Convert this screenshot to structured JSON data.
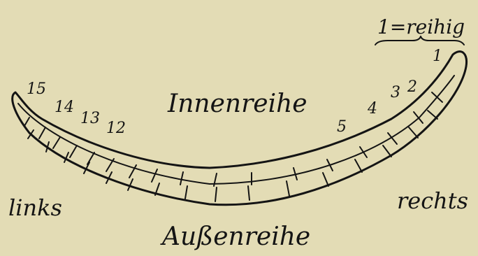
{
  "labels": {
    "one_row": "1=reihig",
    "inner_row": "Innenreihe",
    "outer_row": "Außenreihe",
    "left": "links",
    "right": "rechts"
  },
  "numbers": [
    "1",
    "2",
    "3",
    "4",
    "5",
    "12",
    "13",
    "14",
    "15"
  ],
  "colors": {
    "paper": "#e3dcb5",
    "ink": "#141414"
  }
}
